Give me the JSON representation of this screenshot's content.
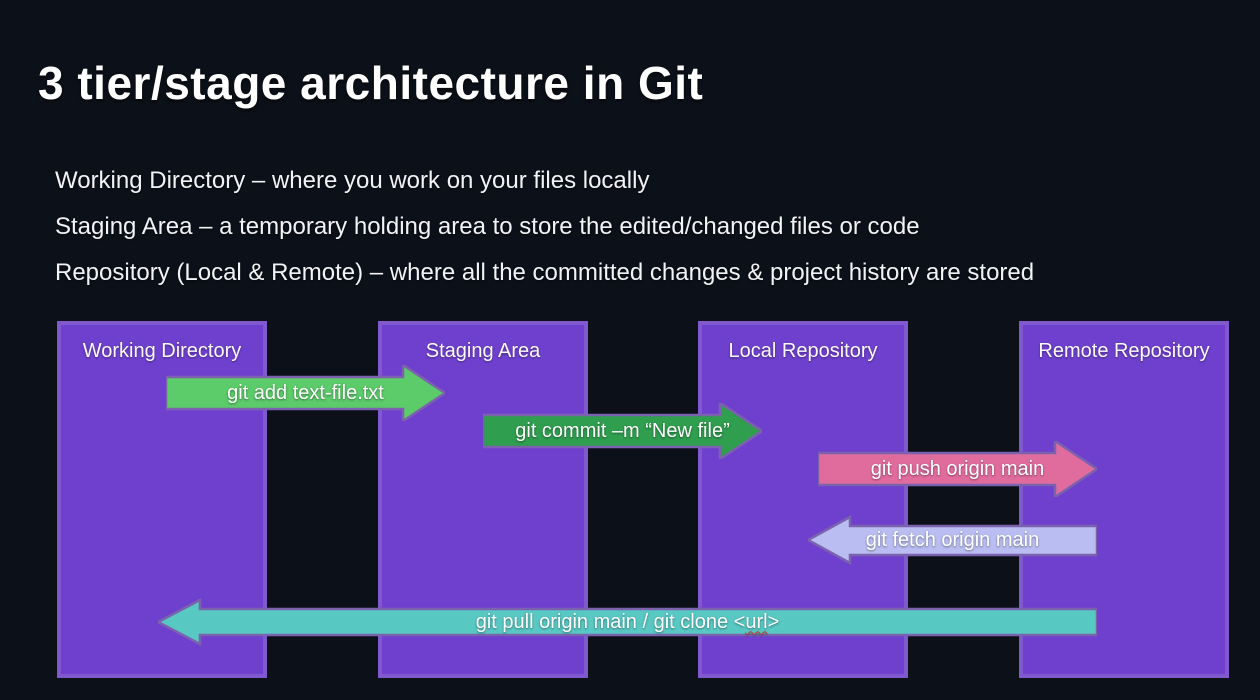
{
  "slide": {
    "title": "3 tier/stage architecture in Git",
    "bullets": [
      "Working Directory – where you work on your files locally",
      "Staging Area – a temporary holding area to store the edited/changed files or code",
      "Repository (Local & Remote) – where all the committed changes & project history are stored"
    ]
  },
  "diagram": {
    "boxes": [
      {
        "label": "Working Directory"
      },
      {
        "label": "Staging Area"
      },
      {
        "label": "Local Repository"
      },
      {
        "label": "Remote Repository"
      }
    ],
    "arrows": [
      {
        "label": "git add text-file.txt",
        "direction": "right",
        "from": "Working Directory",
        "to": "Staging Area",
        "color": "#5ccb6a"
      },
      {
        "label": "git commit –m “New file”",
        "direction": "right",
        "from": "Staging Area",
        "to": "Local Repository",
        "color": "#2f9e4f"
      },
      {
        "label": "git push origin main",
        "direction": "right",
        "from": "Local Repository",
        "to": "Remote Repository",
        "color": "#e06c9e"
      },
      {
        "label": "git fetch origin main",
        "direction": "left",
        "from": "Remote Repository",
        "to": "Local Repository",
        "color": "#b9bdf1"
      },
      {
        "label_pre": "git pull origin main / git clone <",
        "label_url": "url",
        "label_post": ">",
        "direction": "left",
        "from": "Remote Repository",
        "to": "Working Directory",
        "color": "#58c8c3"
      }
    ],
    "colors": {
      "background": "#0c1018",
      "box_fill": "#6f40ce",
      "box_border": "#8159cf",
      "arrow_outline": "#7b62ae"
    }
  }
}
